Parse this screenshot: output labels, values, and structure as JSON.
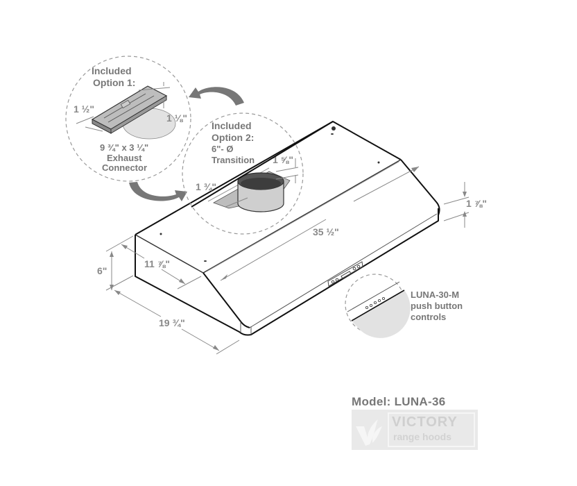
{
  "option1": {
    "title_line1": "Included",
    "title_line2": "Option 1:",
    "size": "9 ¾\" x 3 ¼\"",
    "name_line1": "Exhaust",
    "name_line2": "Connector",
    "dim_left": "1 ½\"",
    "dim_right": "1 ⅛\""
  },
  "option2": {
    "title_line1": "Included",
    "title_line2": "Option 2:",
    "size": "6\"- Ø",
    "name": "Transition",
    "dim_right": "1 ⅝\"",
    "dim_left": "1 ¾\""
  },
  "dimensions": {
    "length": "35 ½\"",
    "front_height": "1 ⅞\"",
    "height": "6\"",
    "top_depth": "11 ⅞\"",
    "depth": "19 ¾\""
  },
  "controls_callout": {
    "line1": "LUNA-30-M",
    "line2": "push button",
    "line3": "controls"
  },
  "model": {
    "label": "Model:  LUNA-36"
  },
  "logo": {
    "brand": "VICTORY",
    "tagline": "range hoods"
  },
  "colors": {
    "line": "#111111",
    "dim_line": "#888888",
    "arrow": "#777777",
    "label": "#777777",
    "logo_bg": "#e9e9e9"
  }
}
